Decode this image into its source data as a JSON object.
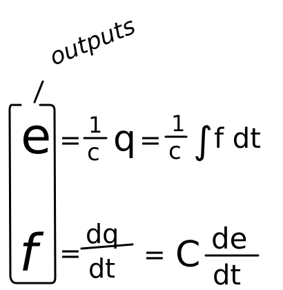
{
  "annotation": {
    "outputs_label": "outputs"
  },
  "equations": {
    "e_line": {
      "lhs": "e",
      "eq1": "=",
      "frac1_num": "1",
      "frac1_den": "c",
      "var_q": "q",
      "eq2": "=",
      "frac2_num": "1",
      "frac2_den": "c",
      "integral": "∫",
      "integrand": "f dt"
    },
    "f_line": {
      "lhs": "f",
      "eq1": "=",
      "frac1_num": "dq",
      "frac1_den": "dt",
      "eq2": "=",
      "coef": "C",
      "frac2_num": "de",
      "frac2_den": "dt"
    }
  },
  "ink_color": "#000000",
  "background_color": "#ffffff"
}
